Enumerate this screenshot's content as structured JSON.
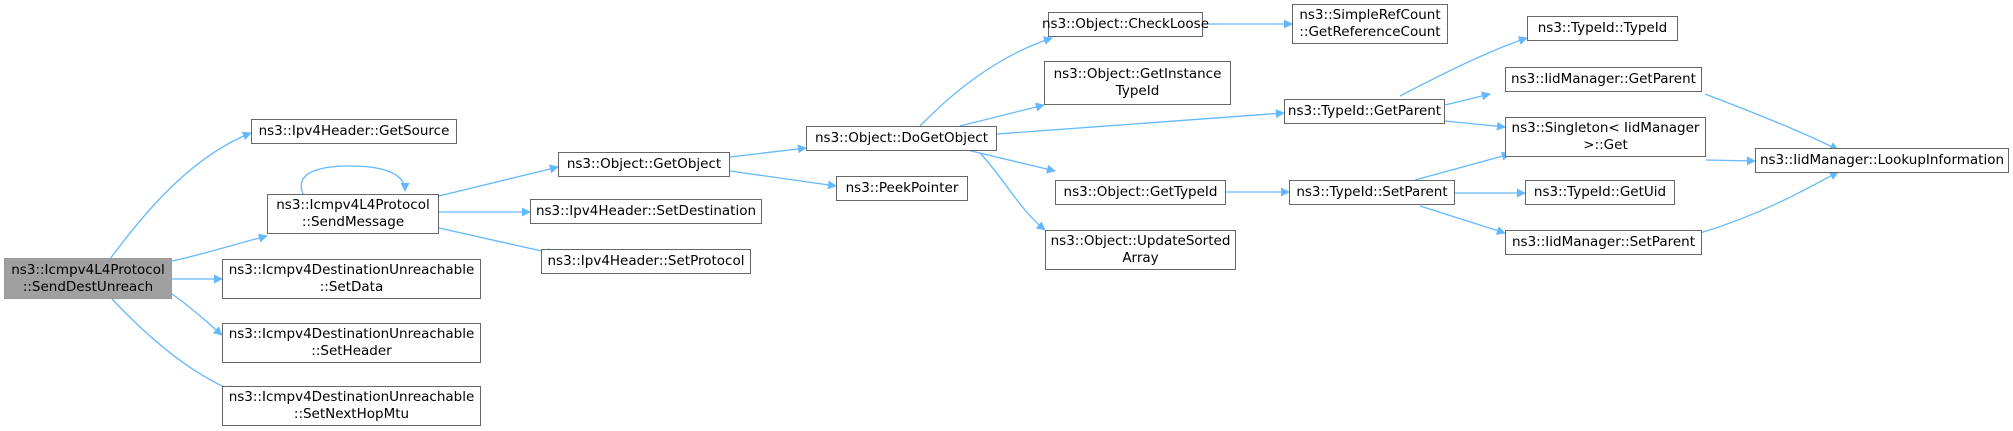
{
  "colors": {
    "edge": "#63b8ff",
    "root_fill": "#a0a0a0",
    "node_fill": "#ffffff",
    "node_border": "#666666"
  },
  "nodes": {
    "root": {
      "line1": "ns3::Icmpv4L4Protocol",
      "line2": "::SendDestUnreach"
    },
    "ipv4_get_source": {
      "line1": "ns3::Ipv4Header::GetSource"
    },
    "send_message": {
      "line1": "ns3::Icmpv4L4Protocol",
      "line2": "::SendMessage"
    },
    "dest_set_data": {
      "line1": "ns3::Icmpv4DestinationUnreachable",
      "line2": "::SetData"
    },
    "dest_set_header": {
      "line1": "ns3::Icmpv4DestinationUnreachable",
      "line2": "::SetHeader"
    },
    "dest_set_next_hop_mtu": {
      "line1": "ns3::Icmpv4DestinationUnreachable",
      "line2": "::SetNextHopMtu"
    },
    "object_get_object": {
      "line1": "ns3::Object::GetObject"
    },
    "ipv4_set_destination": {
      "line1": "ns3::Ipv4Header::SetDestination"
    },
    "ipv4_set_protocol": {
      "line1": "ns3::Ipv4Header::SetProtocol"
    },
    "object_do_get_object": {
      "line1": "ns3::Object::DoGetObject"
    },
    "peek_pointer": {
      "line1": "ns3::PeekPointer"
    },
    "object_check_loose": {
      "line1": "ns3::Object::CheckLoose"
    },
    "object_get_instance_typeid": {
      "line1": "ns3::Object::GetInstance",
      "line2": "TypeId"
    },
    "object_get_typeid": {
      "line1": "ns3::Object::GetTypeId"
    },
    "object_update_sorted_array": {
      "line1": "ns3::Object::UpdateSorted",
      "line2": "Array"
    },
    "simple_ref_count": {
      "line1": "ns3::SimpleRefCount",
      "line2": "::GetReferenceCount"
    },
    "typeid_get_parent": {
      "line1": "ns3::TypeId::GetParent"
    },
    "typeid_set_parent": {
      "line1": "ns3::TypeId::SetParent"
    },
    "typeid_typeid": {
      "line1": "ns3::TypeId::TypeId"
    },
    "iidmanager_get_parent": {
      "line1": "ns3::IidManager::GetParent"
    },
    "singleton_get": {
      "line1": "ns3::Singleton< IidManager",
      "line2": " >::Get"
    },
    "typeid_get_uid": {
      "line1": "ns3::TypeId::GetUid"
    },
    "iidmanager_set_parent": {
      "line1": "ns3::IidManager::SetParent"
    },
    "iidmanager_lookup": {
      "line1": "ns3::IidManager::LookupInformation"
    }
  }
}
